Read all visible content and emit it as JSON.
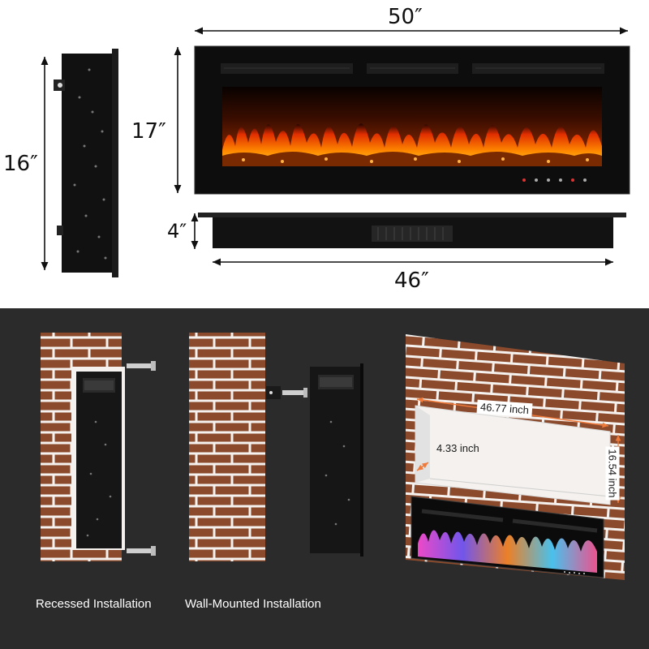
{
  "dimensions": {
    "overall_width": "50″",
    "overall_height": "17″",
    "side_height": "16″",
    "depth": "4″",
    "inner_width": "46″"
  },
  "installation": {
    "recessed_caption": "Recessed Installation",
    "wall_caption": "Wall-Mounted Installation",
    "cutout_width": "46.77 inch",
    "cutout_depth": "4.33 inch",
    "cutout_height": "16.54 inch"
  },
  "colors": {
    "brick": "#8b4a2c",
    "mortar": "#f4f1ee",
    "panel_dark": "#2b2b2b",
    "unit_black": "#0d0d0d",
    "flame_orange": "#ff7a00",
    "arrow_accent": "#f07a3a"
  }
}
